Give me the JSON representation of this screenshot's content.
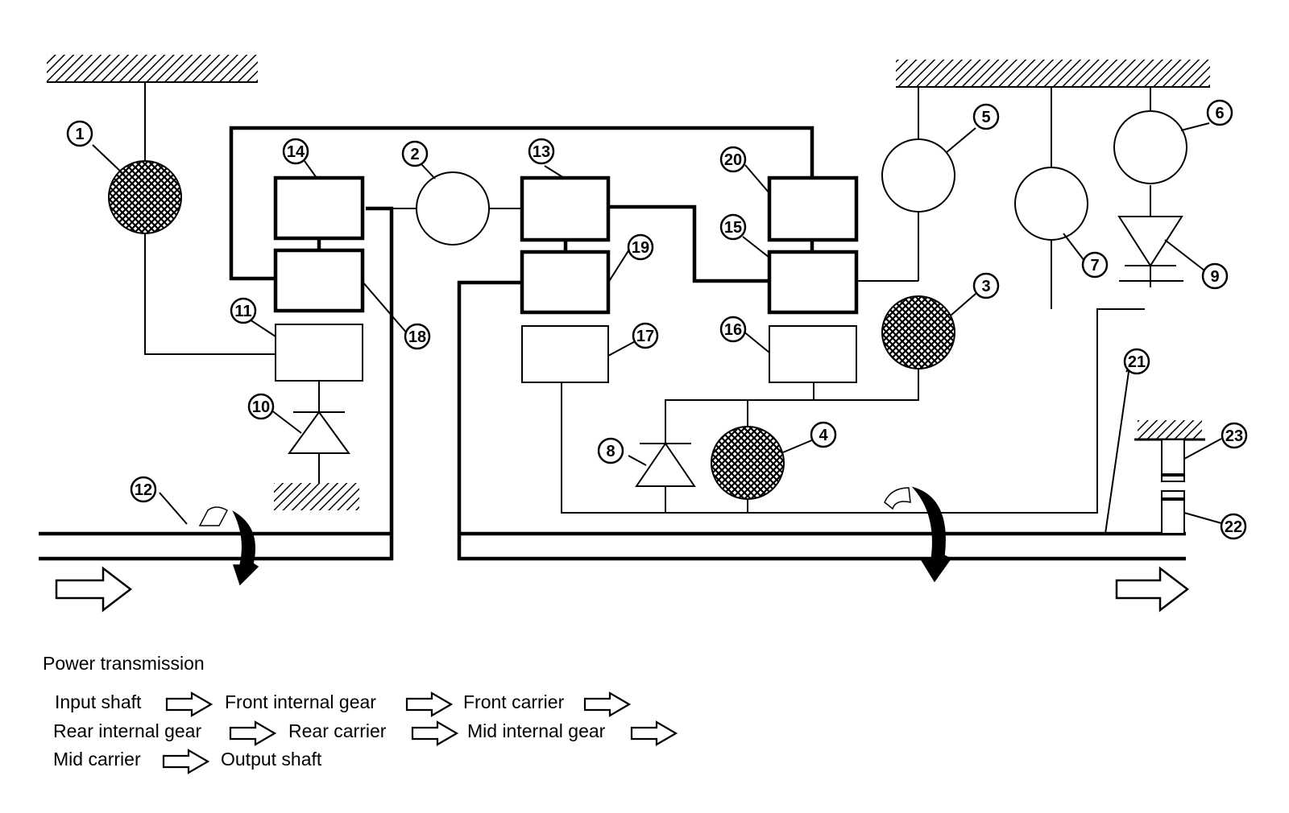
{
  "diagram": {
    "callouts": [
      "1",
      "2",
      "3",
      "4",
      "5",
      "6",
      "7",
      "8",
      "9",
      "10",
      "11",
      "12",
      "13",
      "14",
      "15",
      "16",
      "17",
      "18",
      "19",
      "20",
      "21",
      "22",
      "23"
    ]
  },
  "legend": {
    "title": "Power transmission",
    "flow": [
      "Input shaft",
      "Front internal gear",
      "Front carrier",
      "Rear internal gear",
      "Rear carrier",
      "Mid internal gear",
      "Mid carrier",
      "Output shaft"
    ]
  }
}
